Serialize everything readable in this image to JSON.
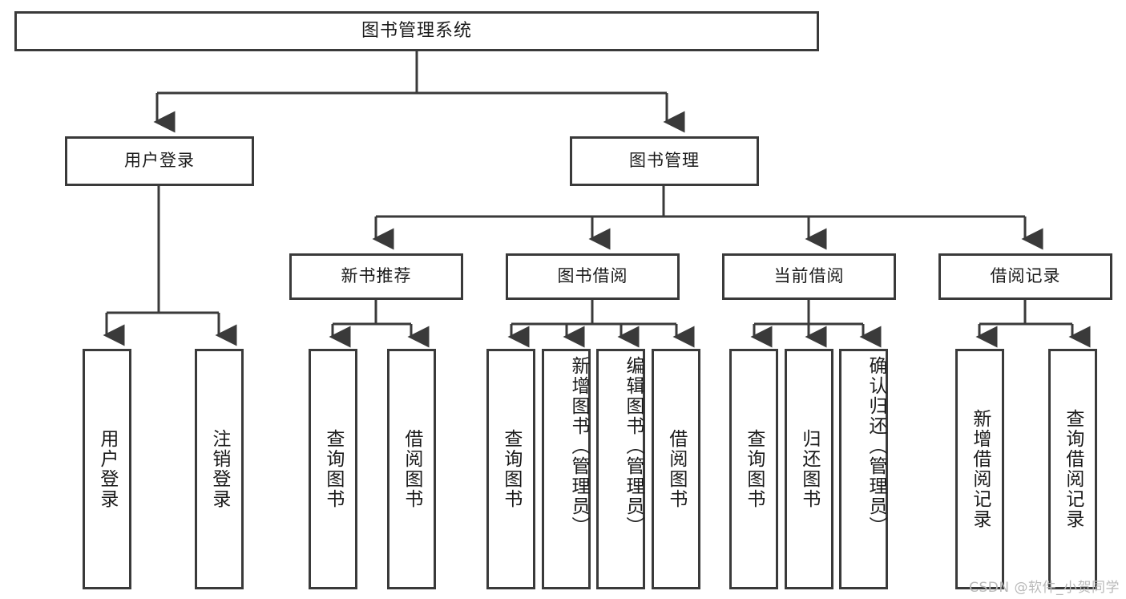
{
  "diagram": {
    "title": "图书管理系统",
    "type": "hierarchy-tree",
    "levels": 4,
    "root": {
      "label": "图书管理系统"
    },
    "level2": [
      {
        "label": "用户登录"
      },
      {
        "label": "图书管理"
      }
    ],
    "level3": [
      {
        "label": "新书推荐"
      },
      {
        "label": "图书借阅"
      },
      {
        "label": "当前借阅"
      },
      {
        "label": "借阅记录"
      }
    ],
    "leaves": {
      "user_login": [
        {
          "label": "用户登录"
        },
        {
          "label": "注销登录"
        }
      ],
      "new_book_recommend": [
        {
          "label": "查询图书"
        },
        {
          "label": "借阅图书"
        }
      ],
      "book_borrow": [
        {
          "label": "查询图书"
        },
        {
          "label": "新增图书（管理员）"
        },
        {
          "label": "编辑图书（管理员）"
        },
        {
          "label": "借阅图书"
        }
      ],
      "current_borrow": [
        {
          "label": "查询图书"
        },
        {
          "label": "归还图书"
        },
        {
          "label": "确认归还（管理员）"
        }
      ],
      "borrow_record": [
        {
          "label": "新增借阅记录"
        },
        {
          "label": "查询借阅记录"
        }
      ]
    }
  },
  "watermark": {
    "text": "CSDN @软件_小贺同学"
  },
  "colors": {
    "border": "#3a3a3a",
    "background": "#ffffff",
    "text": "#1a1a1a",
    "watermark": "#b9b9b9"
  }
}
